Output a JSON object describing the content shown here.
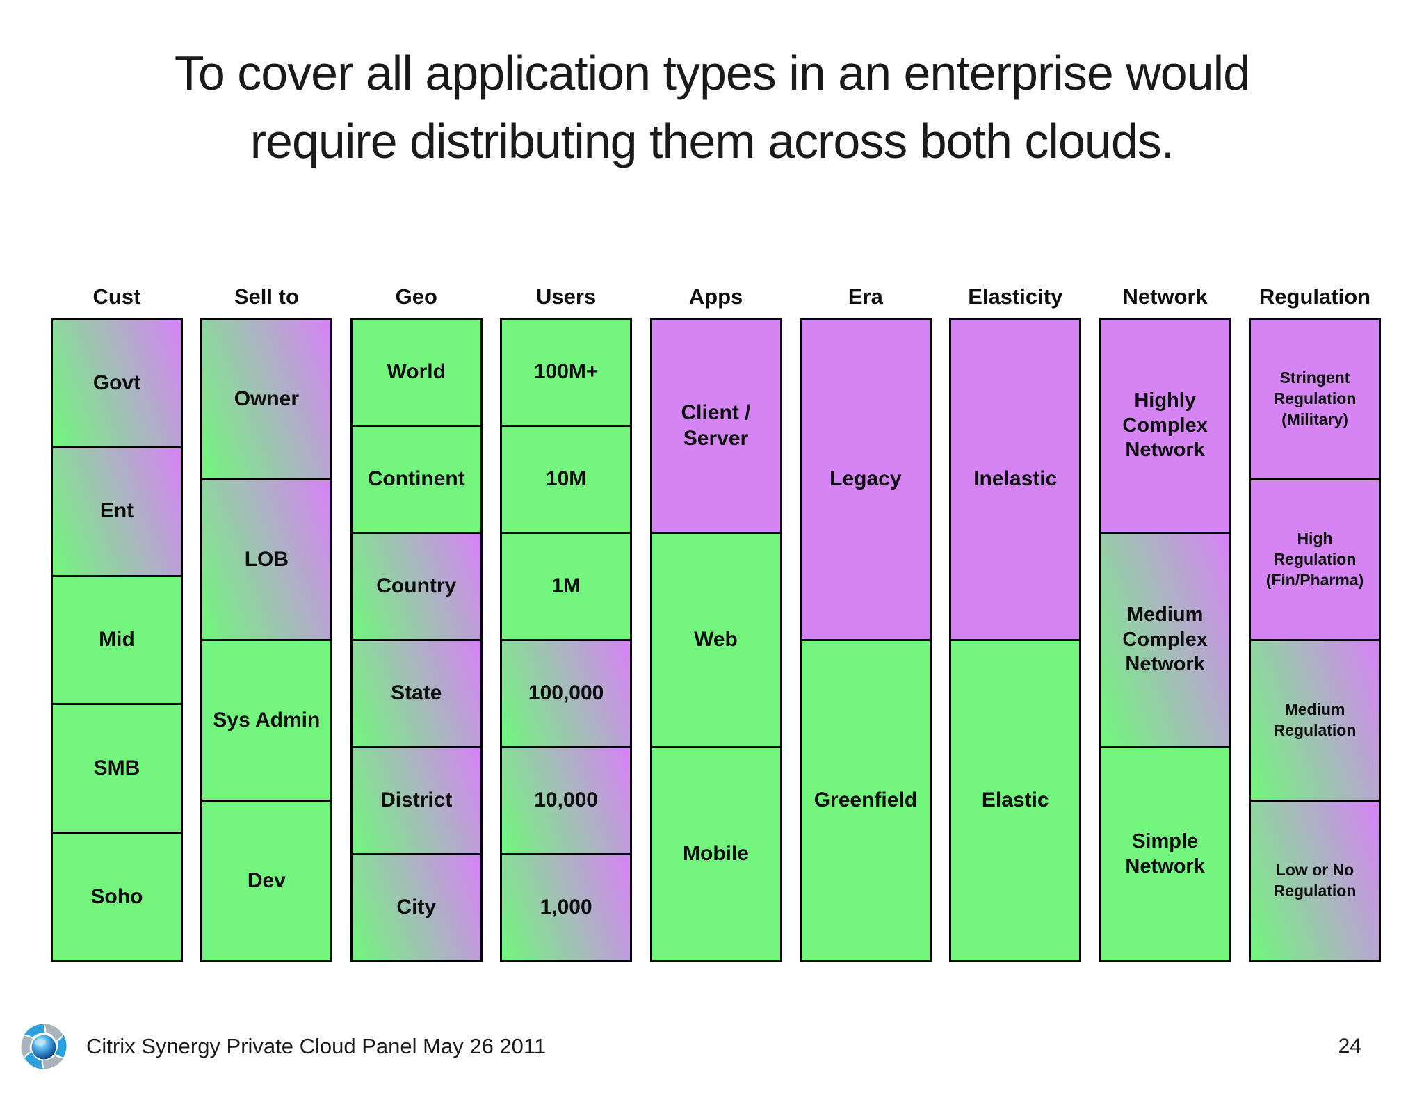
{
  "title": {
    "line1": "To cover all application types in an enterprise would",
    "line2": "require distributing them across both clouds."
  },
  "colors": {
    "green": "#73f57e",
    "purple": "#d584f4",
    "border": "#000000"
  },
  "columns": [
    {
      "header": "Cust",
      "cells": [
        {
          "label": "Govt",
          "fill": "gradient"
        },
        {
          "label": "Ent",
          "fill": "gradient"
        },
        {
          "label": "Mid",
          "fill": "green"
        },
        {
          "label": "SMB",
          "fill": "green"
        },
        {
          "label": "Soho",
          "fill": "green"
        }
      ]
    },
    {
      "header": "Sell to",
      "cells": [
        {
          "label": "Owner",
          "fill": "gradient"
        },
        {
          "label": "LOB",
          "fill": "gradient"
        },
        {
          "label": "Sys Admin",
          "fill": "green"
        },
        {
          "label": "Dev",
          "fill": "green"
        }
      ]
    },
    {
      "header": "Geo",
      "cells": [
        {
          "label": "World",
          "fill": "green"
        },
        {
          "label": "Continent",
          "fill": "green"
        },
        {
          "label": "Country",
          "fill": "gradient"
        },
        {
          "label": "State",
          "fill": "gradient"
        },
        {
          "label": "District",
          "fill": "gradient"
        },
        {
          "label": "City",
          "fill": "gradient"
        }
      ]
    },
    {
      "header": "Users",
      "cells": [
        {
          "label": "100M+",
          "fill": "green"
        },
        {
          "label": "10M",
          "fill": "green"
        },
        {
          "label": "1M",
          "fill": "green"
        },
        {
          "label": "100,000",
          "fill": "gradient"
        },
        {
          "label": "10,000",
          "fill": "gradient"
        },
        {
          "label": "1,000",
          "fill": "gradient"
        }
      ]
    },
    {
      "header": "Apps",
      "cells": [
        {
          "label": "Client / Server",
          "fill": "purple"
        },
        {
          "label": "Web",
          "fill": "green"
        },
        {
          "label": "Mobile",
          "fill": "green"
        }
      ]
    },
    {
      "header": "Era",
      "cells": [
        {
          "label": "Legacy",
          "fill": "purple"
        },
        {
          "label": "Greenfield",
          "fill": "green"
        }
      ]
    },
    {
      "header": "Elasticity",
      "cells": [
        {
          "label": "Inelastic",
          "fill": "purple"
        },
        {
          "label": "Elastic",
          "fill": "green"
        }
      ]
    },
    {
      "header": "Network",
      "cells": [
        {
          "label": "Highly Complex Network",
          "fill": "purple"
        },
        {
          "label": "Medium Complex Network",
          "fill": "gradient"
        },
        {
          "label": "Simple Network",
          "fill": "green"
        }
      ]
    },
    {
      "header": "Regulation",
      "cells": [
        {
          "label": "Stringent Regulation (Military)",
          "fill": "purple"
        },
        {
          "label": "High Regulation (Fin/Pharma)",
          "fill": "purple"
        },
        {
          "label": "Medium Regulation",
          "fill": "gradient"
        },
        {
          "label": "Low or No Regulation",
          "fill": "gradient"
        }
      ]
    }
  ],
  "footer": {
    "logo": "citrix-swirl-logo",
    "caption": "Citrix Synergy Private Cloud Panel May 26 2011",
    "page_number": "24"
  }
}
